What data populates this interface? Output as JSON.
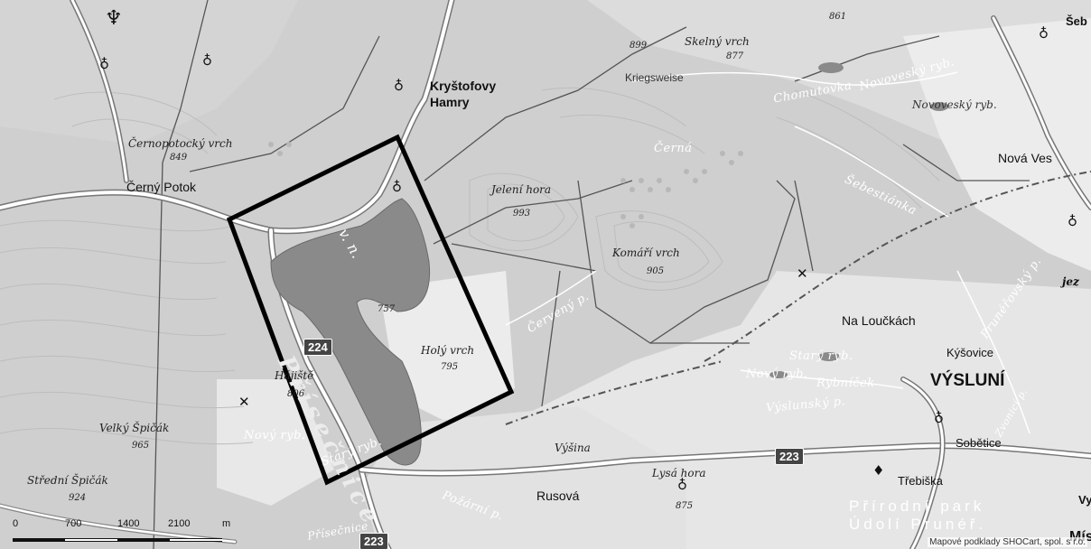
{
  "map": {
    "places": {
      "krystofovy_hamry_1": "Kryštofovy",
      "krystofovy_hamry_2": "Hamry",
      "cerny_potok": "Černý Potok",
      "vysluni": "VÝSLUNÍ",
      "nova_ves": "Nová Ves",
      "na_louckach": "Na Loučkách",
      "kysovice": "Kýšovice",
      "sobetice": "Sobětice",
      "trebiska": "Třebiška",
      "rusova": "Rusová",
      "kriegsweise": "Kriegsweise",
      "sebestianka_edge": "Šeb",
      "vy_edge": "Vy",
      "mis_edge": "Mís"
    },
    "peaks": {
      "cernopotocky": "Černopotocký vrch",
      "cernopotocky_elev": "849",
      "jeleni": "Jelení hora",
      "jeleni_elev": "993",
      "komari": "Komáří vrch",
      "komari_elev": "905",
      "holy": "Holý vrch",
      "holy_elev": "795",
      "hajiste": "Hájiště",
      "hajiste_elev": "806",
      "velky_spicak": "Velký Špičák",
      "velky_spicak_elev": "965",
      "stredni_spicak": "Střední Špičák",
      "stredni_spicak_elev": "924",
      "lysa": "Lysá hora",
      "lysa_elev": "875",
      "skelny": "Skelný vrch",
      "skelny_elev": "877",
      "elev_899": "899",
      "elev_861": "861",
      "elev_757": "757",
      "vysina": "Výšina"
    },
    "water": {
      "lake": "Přísečnice",
      "lake_prefix": "v. n.",
      "chomutovka": "Chomutovka",
      "novovesky_ryb": "Novoveský ryb.",
      "novovesky_ryb2": "Novoveský ryb.",
      "cerna": "Černá",
      "sebestianka": "Šebestiánka",
      "cerveny_p": "Červený p.",
      "stary_ryb": "Starý ryb.",
      "novy_ryb": "Nový ryb.",
      "rybnicek": "Rybníček",
      "vyslunsky_p": "Výslunský p.",
      "pruneryovsky_p": "Prunéřovský p.",
      "zvonici_p": "Zvonicí p.",
      "novy_ryb_w": "Nový ryb.",
      "stary_w": "Starý ryb.",
      "pozarni_p": "Požární p.",
      "prisecnice_river": "Přísečnice",
      "jez": "jez"
    },
    "park": {
      "line1": "Přírodní park",
      "line2": "Údolí Prunéř."
    },
    "roads": {
      "r224": "224",
      "r223a": "223",
      "r223b": "223"
    },
    "scale": {
      "labels": [
        "0",
        "700",
        "1400",
        "2100",
        "m"
      ]
    },
    "copyright": "Mapové podklady SHOCart, spol. s r.o.",
    "icons": {
      "church": "church-icon",
      "viewpoint": "viewpoint-icon",
      "mine": "mine-icon"
    },
    "colors": {
      "background": "#d8d8d8",
      "forest": "#c9c9c9",
      "meadow": "#ececec",
      "lake": "#8a8a8a",
      "boundary": "#000000"
    }
  }
}
